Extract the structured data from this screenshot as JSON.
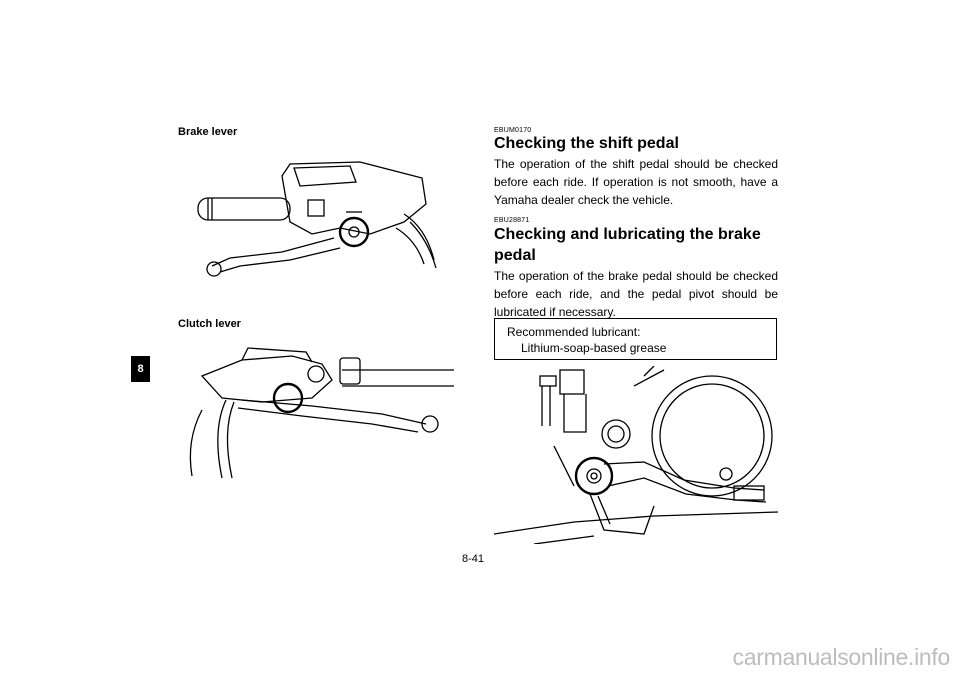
{
  "chapter_tab": "8",
  "left": {
    "brake_lever_label": "Brake lever",
    "clutch_lever_label": "Clutch lever"
  },
  "right": {
    "shift": {
      "code": "EBUM0170",
      "title": "Checking the shift pedal",
      "body": "The operation of the shift pedal should be checked before each ride. If operation is not smooth, have a Yamaha dealer check the vehicle."
    },
    "brake": {
      "code": "EBU28871",
      "title_line1": "Checking and lubricating the brake",
      "title_line2": "pedal",
      "body": "The operation of the brake pedal should be checked before each ride, and the pedal pivot should be lubricated if necessary."
    },
    "lubricant_box": {
      "label": "Recommended lubricant:",
      "value": "Lithium-soap-based grease"
    }
  },
  "page_number": "8-41",
  "watermark": "carmanualsonline.info"
}
